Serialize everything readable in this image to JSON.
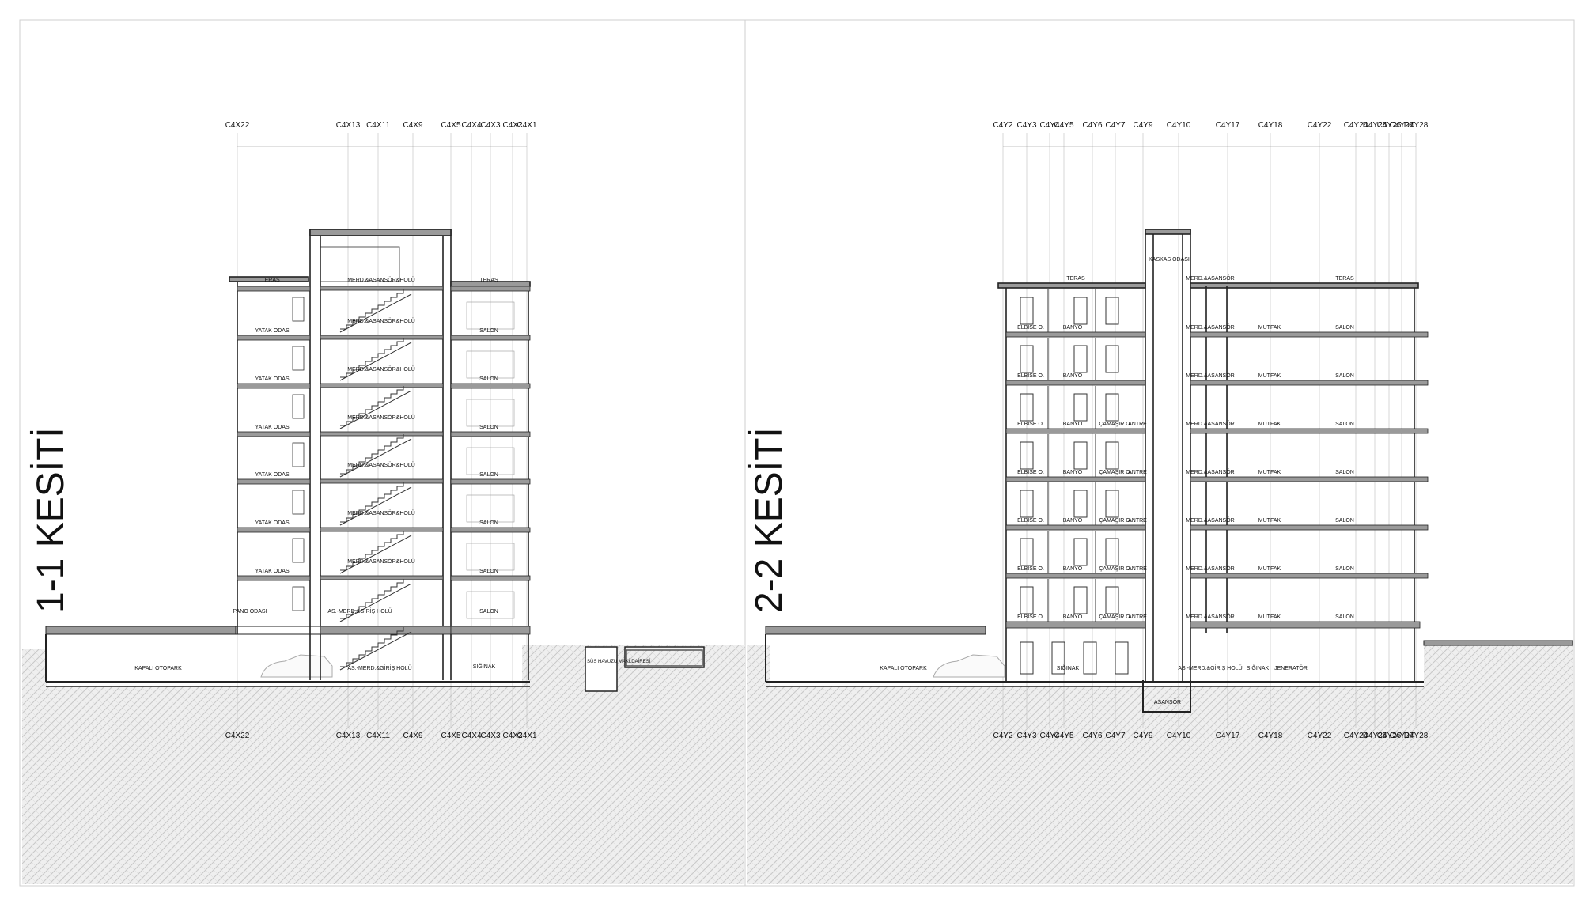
{
  "sections": [
    {
      "title": "1-1 KESİTİ",
      "axes_top": [
        "C4X22",
        "C4X13",
        "C4X11",
        "C4X9",
        "C4X5",
        "C4X4",
        "C4X3",
        "C4X2",
        "C4X1"
      ],
      "axes_bottom": [
        "C4X22",
        "C4X13",
        "C4X11",
        "C4X9",
        "C4X5",
        "C4X4",
        "C4X3",
        "C4X2",
        "C4X1"
      ],
      "room_labels": {
        "teras_left": "TERAS",
        "merd_top": "MERD.&ASANSÖR&HOLÜ",
        "teras_right": "TERAS",
        "yatak": "YATAK ODASI",
        "merd": "MERD.&ASANSÖR&HOLÜ",
        "salon": "SALON",
        "pano": "PANO ODASI",
        "as_merd": "AS.-MERD.&GİRİŞ HOLÜ",
        "siginak": "SIĞINAK",
        "otopark": "KAPALI OTOPARK",
        "as_merd_bottom": "AS.-MERD.&GİRİŞ HOLÜ",
        "sus_havuzu": "SÜS HAVUZU MAKİ.DAİRESİ"
      }
    },
    {
      "title": "2-2 KESİTİ",
      "axes_top": [
        "C4Y2",
        "C4Y3",
        "C4Y4",
        "C4Y5",
        "C4Y6",
        "C4Y7",
        "C4Y9",
        "C4Y10",
        "C4Y17",
        "C4Y18",
        "C4Y22",
        "C4Y24",
        "D4Y25",
        "C4Y26",
        "C4Y27",
        "D4Y28"
      ],
      "axes_bottom": [
        "C4Y2",
        "C4Y3",
        "C4Y4",
        "C4Y5",
        "C4Y6",
        "C4Y7",
        "C4Y9",
        "C4Y10",
        "C4Y17",
        "C4Y18",
        "C4Y22",
        "C4Y24",
        "D4Y25",
        "C4Y26",
        "C4Y27",
        "D4Y28"
      ],
      "room_labels": {
        "teras_left": "TERAS",
        "kaskad": "KASKAS ODASI",
        "merd_asansor_top": "MERD.&ASANSÖR",
        "teras_right": "TERAS",
        "elbise": "ELBİSE O.",
        "banyo": "BANYO",
        "camasir": "ÇAMAŞIR O.",
        "antre": "ANTRE",
        "merd_asansor": "MERD.&ASANSÖR",
        "mutfak": "MUTFAK",
        "salon": "SALON",
        "otopark": "KAPALI OTOPARK",
        "siginak": "SIĞINAK",
        "as_merd": "AS.-MERD.&GİRİŞ HOLÜ",
        "siginak2": "SIĞINAK",
        "jenerator": "JENERATÖR",
        "asansor": "ASANSÖR"
      }
    }
  ]
}
